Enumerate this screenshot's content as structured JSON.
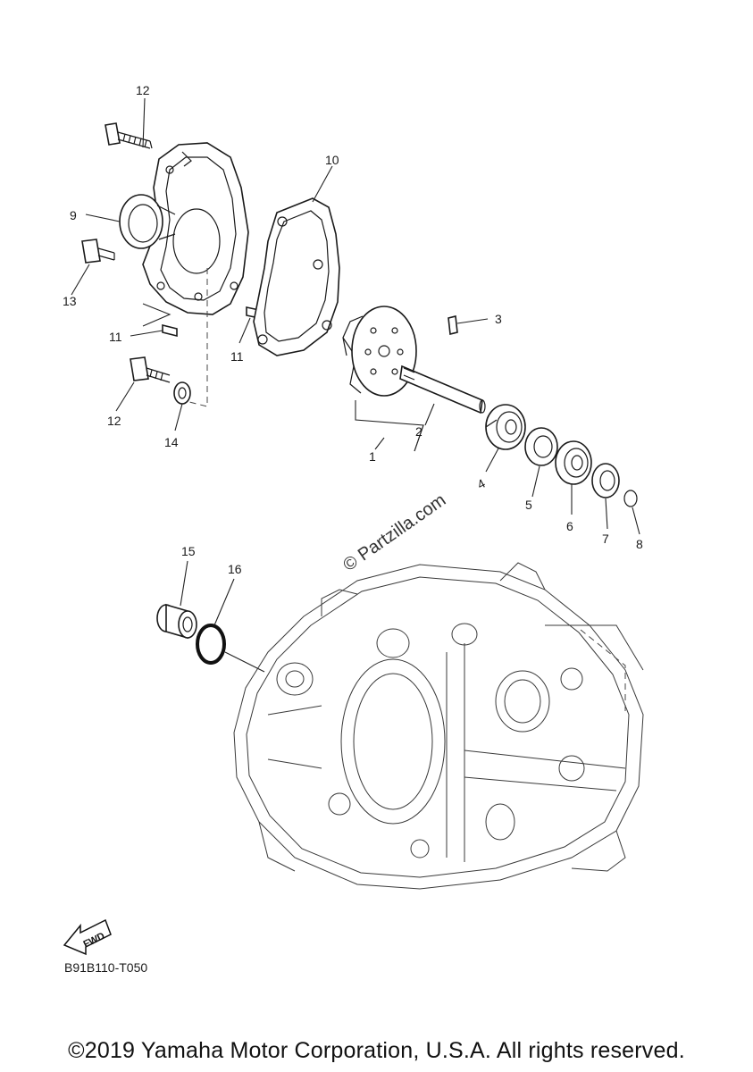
{
  "callouts": [
    {
      "id": "12a",
      "text": "12"
    },
    {
      "id": "10",
      "text": "10"
    },
    {
      "id": "9",
      "text": "9"
    },
    {
      "id": "13",
      "text": "13"
    },
    {
      "id": "3",
      "text": "3"
    },
    {
      "id": "11a",
      "text": "11"
    },
    {
      "id": "11b",
      "text": "11"
    },
    {
      "id": "12b",
      "text": "12"
    },
    {
      "id": "14",
      "text": "14"
    },
    {
      "id": "2",
      "text": "2"
    },
    {
      "id": "1",
      "text": "1"
    },
    {
      "id": "4",
      "text": "4"
    },
    {
      "id": "5",
      "text": "5"
    },
    {
      "id": "6",
      "text": "6"
    },
    {
      "id": "7",
      "text": "7"
    },
    {
      "id": "8",
      "text": "8"
    },
    {
      "id": "15",
      "text": "15"
    },
    {
      "id": "16",
      "text": "16"
    }
  ],
  "watermark": "© Partzilla.com",
  "fwd_badge": "FWD",
  "diagram_code": "B91B110-T050",
  "copyright": "©2019 Yamaha Motor Corporation, U.S.A. All rights reserved."
}
